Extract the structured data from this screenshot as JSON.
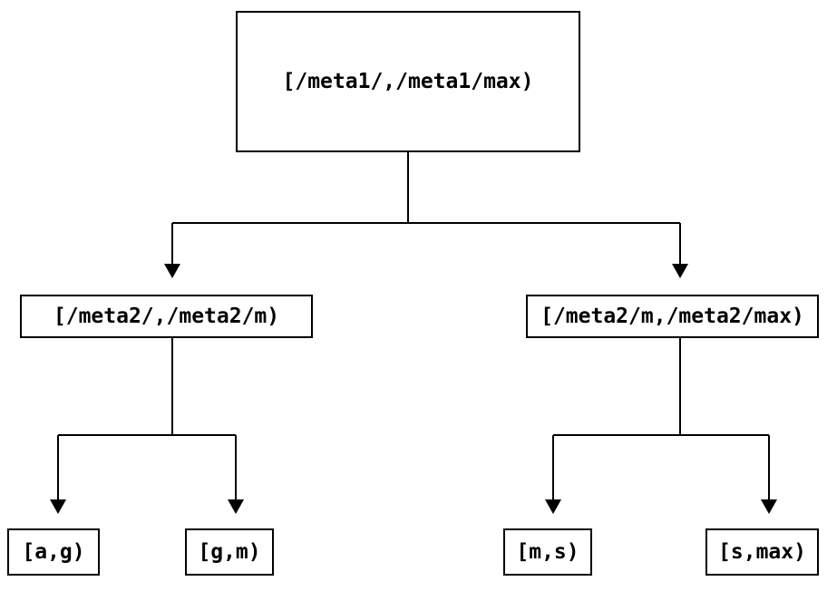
{
  "diagram": {
    "type": "binary-tree",
    "background_color": "#ffffff",
    "line_color": "#000000",
    "text_color": "#000000",
    "nodes": {
      "root": {
        "label": "[/meta1/,/meta1/max)"
      },
      "left_child": {
        "label": "[/meta2/,/meta2/m)"
      },
      "right_child": {
        "label": "[/meta2/m,/meta2/max)"
      },
      "leaf_a_g": {
        "label": "[a,g)"
      },
      "leaf_g_m": {
        "label": "[g,m)"
      },
      "leaf_m_s": {
        "label": "[m,s)"
      },
      "leaf_s_max": {
        "label": "[s,max)"
      }
    },
    "edges": [
      {
        "from": "root",
        "to": "left_child"
      },
      {
        "from": "root",
        "to": "right_child"
      },
      {
        "from": "left_child",
        "to": "leaf_a_g"
      },
      {
        "from": "left_child",
        "to": "leaf_g_m"
      },
      {
        "from": "right_child",
        "to": "leaf_m_s"
      },
      {
        "from": "right_child",
        "to": "leaf_s_max"
      }
    ]
  }
}
